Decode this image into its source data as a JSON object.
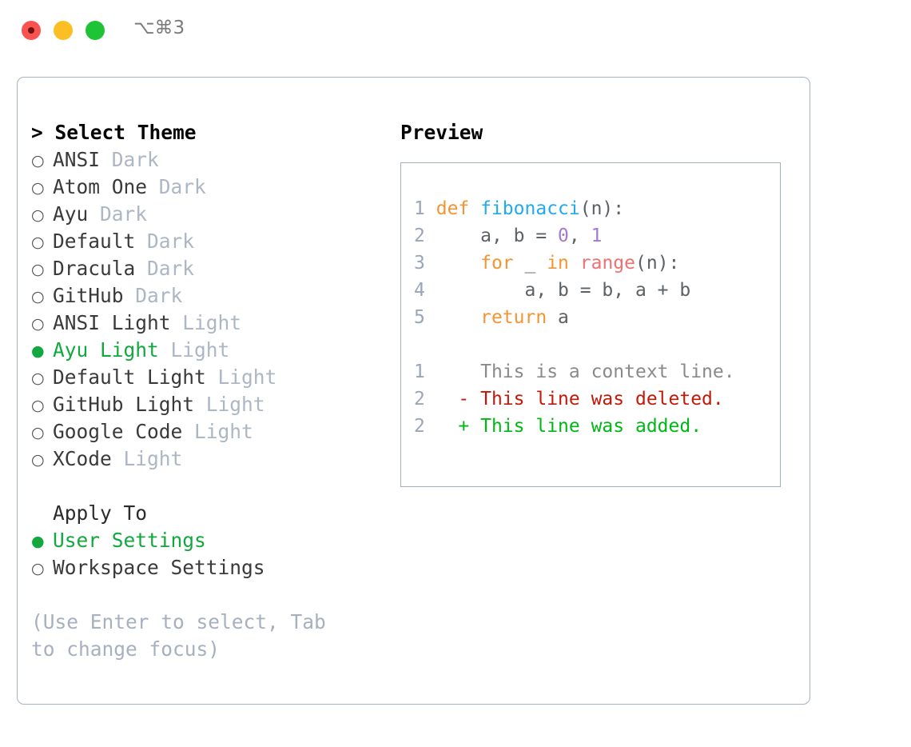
{
  "titlebar": {
    "traffic_lights": [
      "close",
      "minimize",
      "maximize"
    ],
    "shortcut": "⌥⌘3"
  },
  "left_panel": {
    "header": "> Select Theme",
    "themes": [
      {
        "marker": "○",
        "name": "ANSI",
        "tag": "Dark",
        "selected": false
      },
      {
        "marker": "○",
        "name": "Atom One",
        "tag": "Dark",
        "selected": false
      },
      {
        "marker": "○",
        "name": "Ayu",
        "tag": "Dark",
        "selected": false
      },
      {
        "marker": "○",
        "name": "Default",
        "tag": "Dark",
        "selected": false
      },
      {
        "marker": "○",
        "name": "Dracula",
        "tag": "Dark",
        "selected": false
      },
      {
        "marker": "○",
        "name": "GitHub",
        "tag": "Dark",
        "selected": false
      },
      {
        "marker": "○",
        "name": "ANSI Light",
        "tag": "Light",
        "selected": false
      },
      {
        "marker": "●",
        "name": "Ayu Light",
        "tag": "Light",
        "selected": true
      },
      {
        "marker": "○",
        "name": "Default Light",
        "tag": "Light",
        "selected": false
      },
      {
        "marker": "○",
        "name": "GitHub Light",
        "tag": "Light",
        "selected": false
      },
      {
        "marker": "○",
        "name": "Google Code",
        "tag": "Light",
        "selected": false
      },
      {
        "marker": "○",
        "name": "XCode",
        "tag": "Light",
        "selected": false
      }
    ],
    "apply_to_header": "Apply To",
    "apply_to_options": [
      {
        "marker": "●",
        "name": "User Settings",
        "selected": true
      },
      {
        "marker": "○",
        "name": "Workspace Settings",
        "selected": false
      }
    ],
    "hint": "(Use Enter to select, Tab to change focus)"
  },
  "right_panel": {
    "header": "Preview",
    "code_lines": [
      {
        "number": "1",
        "tokens": [
          {
            "t": "def ",
            "c": "kw"
          },
          {
            "t": "fibonacci",
            "c": "fn"
          },
          {
            "t": "(n):",
            "c": "plain"
          }
        ]
      },
      {
        "number": "2",
        "tokens": [
          {
            "t": "    a, b = ",
            "c": "plain"
          },
          {
            "t": "0",
            "c": "num"
          },
          {
            "t": ", ",
            "c": "plain"
          },
          {
            "t": "1",
            "c": "num"
          }
        ]
      },
      {
        "number": "3",
        "tokens": [
          {
            "t": "    ",
            "c": "plain"
          },
          {
            "t": "for",
            "c": "kw"
          },
          {
            "t": " _ ",
            "c": "plain"
          },
          {
            "t": "in",
            "c": "kw"
          },
          {
            "t": " ",
            "c": "plain"
          },
          {
            "t": "range",
            "c": "call"
          },
          {
            "t": "(n):",
            "c": "plain"
          }
        ]
      },
      {
        "number": "4",
        "tokens": [
          {
            "t": "        a, b = b, a + b",
            "c": "plain"
          }
        ]
      },
      {
        "number": "5",
        "tokens": [
          {
            "t": "    ",
            "c": "plain"
          },
          {
            "t": "return",
            "c": "kw"
          },
          {
            "t": " a",
            "c": "plain"
          }
        ]
      }
    ],
    "diff_lines": [
      {
        "number": "1",
        "marker": " ",
        "text": "This is a context line.",
        "kind": "ctx"
      },
      {
        "number": "2",
        "marker": "-",
        "text": "This line was deleted.",
        "kind": "del"
      },
      {
        "number": "2",
        "marker": "+",
        "text": "This line was added.",
        "kind": "add"
      }
    ]
  },
  "colors": {
    "accent_green": "#12a83f",
    "tag_gray": "#adb6c4",
    "hint_gray": "#a7b0bf",
    "border": "#a8b2c1",
    "keyword": "#f59432",
    "function": "#22aaee",
    "number": "#a37acc",
    "call": "#f07171",
    "diff_delete": "#c21807",
    "diff_add": "#00b815"
  }
}
